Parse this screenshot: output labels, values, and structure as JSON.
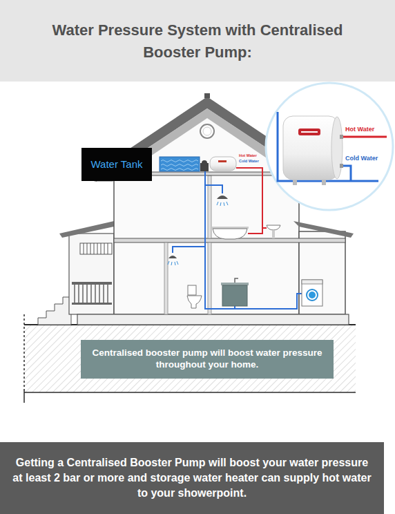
{
  "diagram": {
    "title": "Water Pressure System with Centralised Booster Pump:",
    "caption": "Getting a Centralised Booster Pump will boost your water pressure at least 2 bar or more and storage water heater can supply hot water to your showerpoint.",
    "nodes": [
      {
        "text": [
          "Water Tank"
        ]
      },
      {
        "text": [
          "Centralised booster pump will boost water pressure throughout your home."
        ]
      }
    ],
    "labels": [
      "Hot Water",
      "Cold Water",
      "Hot Water",
      "Cold Water"
    ]
  }
}
